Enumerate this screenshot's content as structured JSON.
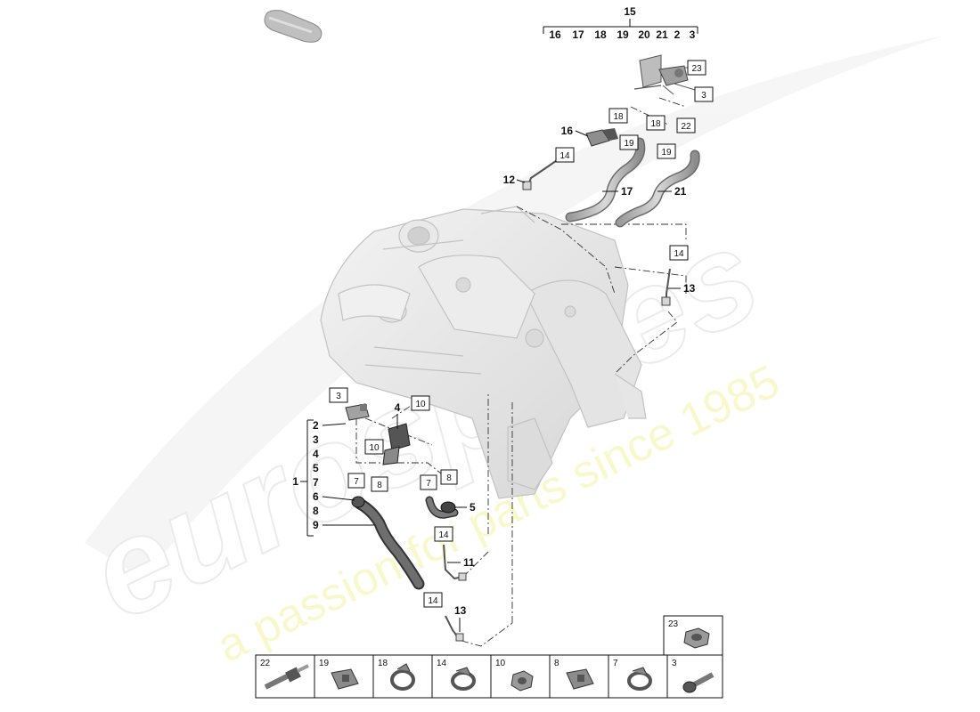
{
  "watermark": {
    "brand": "eurospares",
    "tagline": "a passion for parts since 1985"
  },
  "group_header": {
    "number": "15",
    "sub_numbers": [
      "16",
      "17",
      "18",
      "19",
      "20",
      "21",
      "2",
      "3"
    ]
  },
  "group_left": {
    "number": "1",
    "sub_numbers": [
      "2",
      "3",
      "4",
      "5",
      "7",
      "6",
      "8",
      "9"
    ]
  },
  "callouts": {
    "c16": "16",
    "c12": "12",
    "c17": "17",
    "c21": "21",
    "c13a": "13",
    "c4": "4",
    "c5": "5",
    "c11": "11",
    "c13b": "13"
  },
  "boxed_callouts": {
    "b23": "23",
    "b3a": "3",
    "b22": "22",
    "b18a": "18",
    "b18b": "18",
    "b19a": "19",
    "b19b": "19",
    "b14a": "14",
    "b14b": "14",
    "b3b": "3",
    "b10a": "10",
    "b10b": "10",
    "b7a": "7",
    "b8a": "8",
    "b7b": "7",
    "b8b": "8",
    "b14c": "14",
    "b14d": "14"
  },
  "legend": {
    "top": {
      "label": "23"
    },
    "cells": [
      {
        "label": "22"
      },
      {
        "label": "19"
      },
      {
        "label": "18"
      },
      {
        "label": "14"
      },
      {
        "label": "10"
      },
      {
        "label": "8"
      },
      {
        "label": "7"
      },
      {
        "label": "3"
      }
    ]
  }
}
